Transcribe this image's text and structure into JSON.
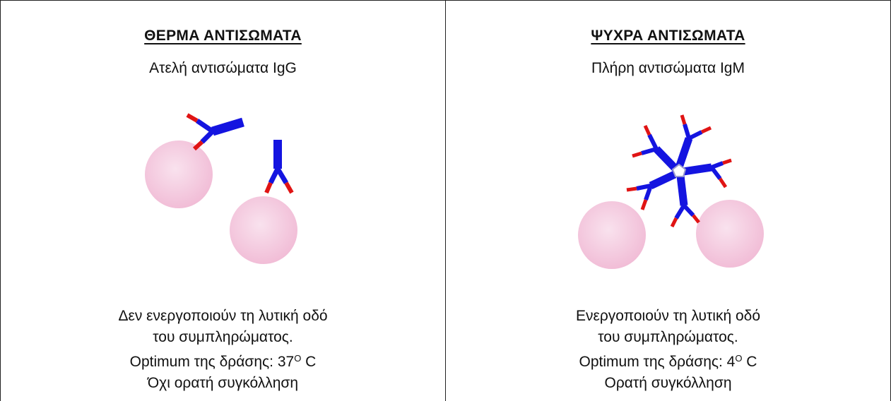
{
  "panels": {
    "warm": {
      "title": "ΘΕΡΜΑ ΑΝΤΙΣΩΜΑΤΑ",
      "subtitle": "Ατελή αντισώματα IgG",
      "desc_line1": "Δεν ενεργοποιούν τη λυτική οδό",
      "desc_line2": "του συμπληρώματος.",
      "optimum_prefix": "Optimum της δράσης: 37",
      "optimum_sup": "O",
      "optimum_unit": " C",
      "desc_line4": "Όχι ορατή συγκόλληση"
    },
    "cold": {
      "title": "ΨΥΧΡΑ ΑΝΤΙΣΩΜΑΤΑ",
      "subtitle": "Πλήρη αντισώματα IgM",
      "desc_line1": "Ενεργοποιούν τη λυτική οδό",
      "desc_line2": "του συμπληρώματος.",
      "optimum_prefix": "Optimum της δράσης: 4",
      "optimum_sup": "O",
      "optimum_unit": " C",
      "desc_line4": "Ορατή συγκόλληση"
    }
  },
  "colors": {
    "cell": "#f3c4dc",
    "cell_center": "#f9e2ee",
    "antibody": "#1414e0",
    "tip": "#e01414",
    "border": "#222222"
  }
}
